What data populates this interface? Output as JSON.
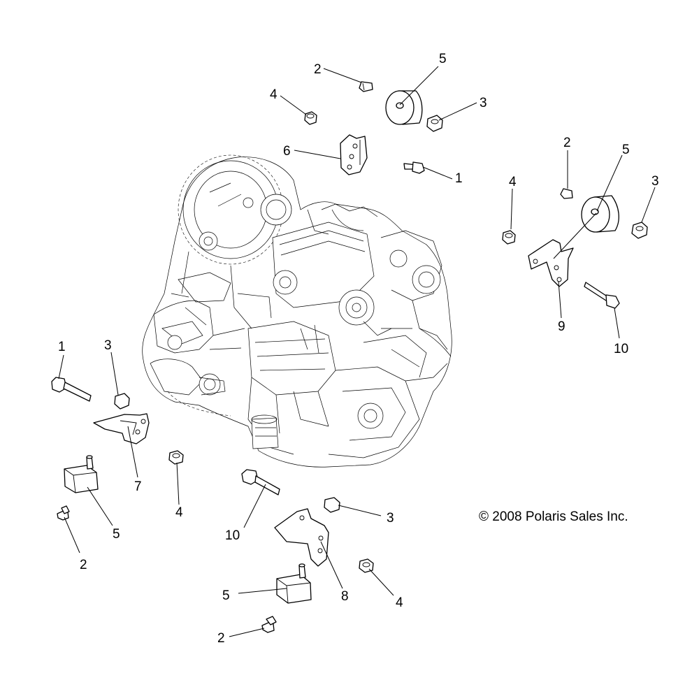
{
  "copyright": "© 2008 Polaris Sales Inc.",
  "callouts": [
    {
      "id": "c2-top",
      "text": "2"
    },
    {
      "id": "c5-top",
      "text": "5"
    },
    {
      "id": "c4-top",
      "text": "4"
    },
    {
      "id": "c3-top",
      "text": "3"
    },
    {
      "id": "c6",
      "text": "6"
    },
    {
      "id": "c1-top",
      "text": "1"
    },
    {
      "id": "c2-right",
      "text": "2"
    },
    {
      "id": "c5-right",
      "text": "5"
    },
    {
      "id": "c4-right",
      "text": "4"
    },
    {
      "id": "c3-right",
      "text": "3"
    },
    {
      "id": "c9",
      "text": "9"
    },
    {
      "id": "c10-right",
      "text": "10"
    },
    {
      "id": "c1-left",
      "text": "1"
    },
    {
      "id": "c3-left",
      "text": "3"
    },
    {
      "id": "c7",
      "text": "7"
    },
    {
      "id": "c4-left",
      "text": "4"
    },
    {
      "id": "c5-left",
      "text": "5"
    },
    {
      "id": "c2-left",
      "text": "2"
    },
    {
      "id": "c10-bottom",
      "text": "10"
    },
    {
      "id": "c3-bottom",
      "text": "3"
    },
    {
      "id": "c8",
      "text": "8"
    },
    {
      "id": "c4-bottom",
      "text": "4"
    },
    {
      "id": "c5-bottom",
      "text": "5"
    },
    {
      "id": "c2-bottom",
      "text": "2"
    }
  ]
}
